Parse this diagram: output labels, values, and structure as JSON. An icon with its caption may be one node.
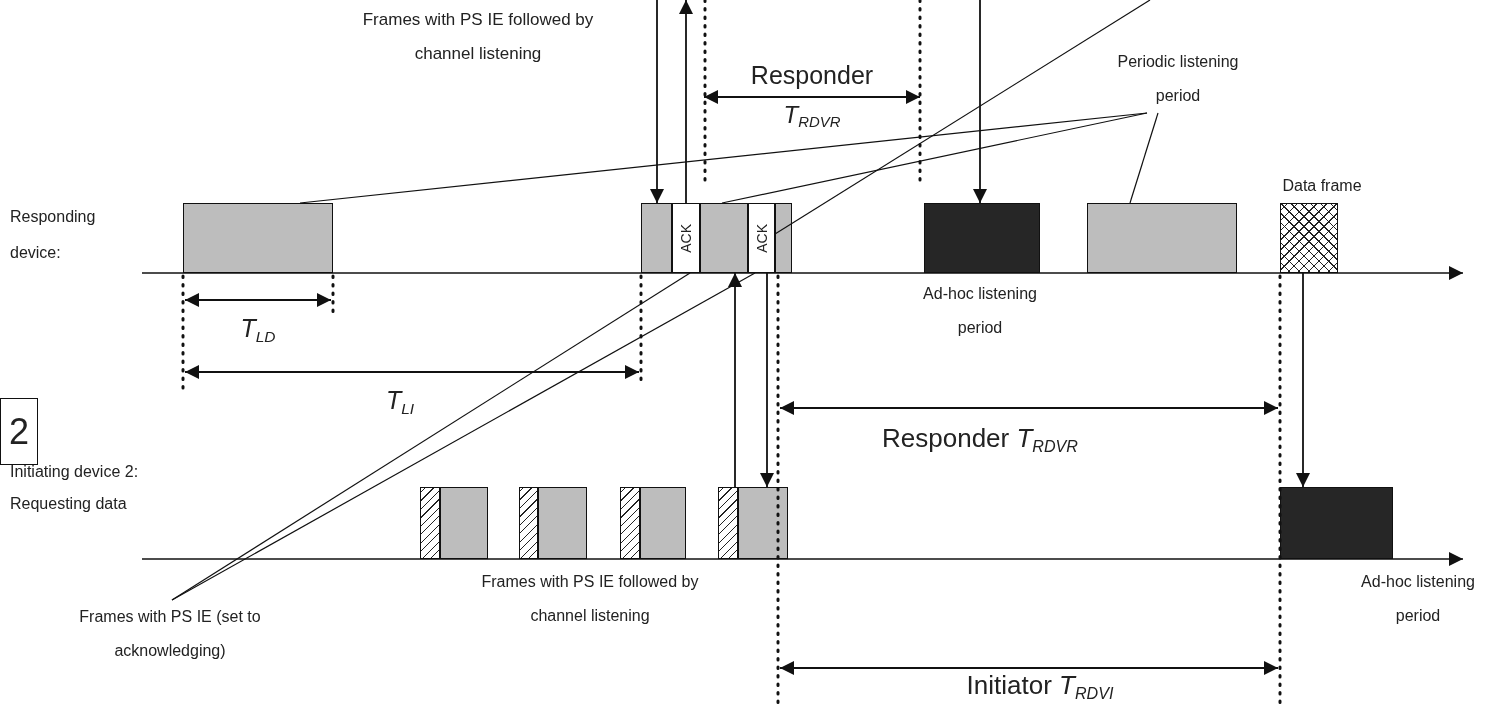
{
  "diagram": {
    "nodes": [
      {
        "text": [
          "2"
        ]
      },
      {
        "text": [],
        "shape": "box"
      },
      {
        "text": [],
        "shape": "box"
      },
      {
        "text": [
          "ACK"
        ]
      },
      {
        "text": [],
        "shape": "box"
      },
      {
        "text": [
          "ACK"
        ]
      },
      {
        "text": [],
        "shape": "box"
      },
      {
        "text": [],
        "shape": "box"
      },
      {
        "text": [],
        "shape": "box"
      },
      {
        "text": [],
        "shape": "box"
      },
      {
        "text": [],
        "shape": "box"
      },
      {
        "text": [],
        "shape": "box"
      },
      {
        "text": [],
        "shape": "box"
      },
      {
        "text": [],
        "shape": "box"
      },
      {
        "text": [],
        "shape": "box"
      },
      {
        "text": [],
        "shape": "box"
      },
      {
        "text": [],
        "shape": "box"
      },
      {
        "text": [],
        "shape": "box"
      },
      {
        "text": [],
        "shape": "box"
      },
      {
        "text": [
          "Periodic listening period"
        ]
      },
      {
        "text": [
          "Frames with PS IE (set to acknowledging)"
        ]
      }
    ],
    "edges": [
      {
        "from": null,
        "to": 2,
        "arrow": "to"
      },
      {
        "from": 3,
        "to": null,
        "arrow": "to"
      },
      {
        "from": null,
        "to": 7,
        "arrow": "to"
      },
      {
        "from": 16,
        "to": 4,
        "arrow": "to"
      },
      {
        "from": 5,
        "to": 17,
        "arrow": "to"
      },
      {
        "from": 9,
        "to": 18,
        "arrow": "to"
      },
      {
        "from": 19,
        "to": 1,
        "arrow": "none"
      },
      {
        "from": 19,
        "to": 4,
        "arrow": "none"
      },
      {
        "from": 19,
        "to": 8,
        "arrow": "none"
      },
      {
        "from": 20,
        "to": 3,
        "arrow": "none"
      },
      {
        "from": 20,
        "to": 5,
        "arrow": "none"
      },
      {
        "from": 5,
        "to": null,
        "arrow": "none"
      }
    ],
    "labels": [
      "Frames with PS IE followed by channel listening",
      "Responder",
      "T$_{RDVR}$",
      "Data frame",
      "Responding device:",
      "Ad-hoc listening period",
      "T$_{LD}$",
      "T$_{LI}$",
      "Responder *T*$_{RDVR}$",
      "Initiating device 2: Requesting data",
      "Frames with PS IE followed by channel listening",
      "Ad-hoc listening period",
      "Initiator *T*$_{RDVI}$"
    ]
  }
}
